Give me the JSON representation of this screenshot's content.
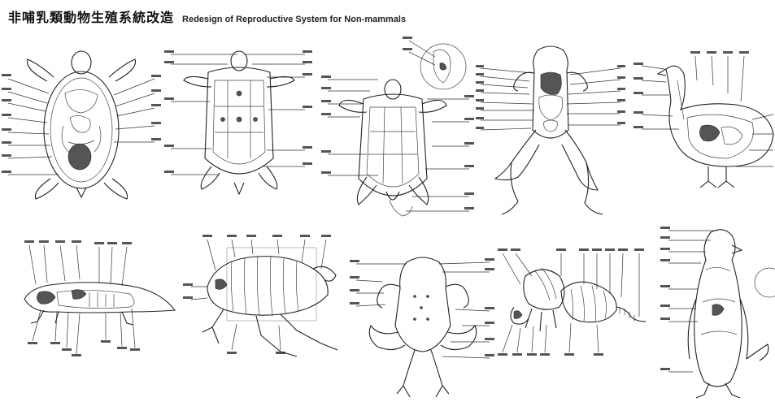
{
  "title": {
    "zh": "非哺乳類動物生殖系統改造",
    "en": "Redesign of Reproductive System for Non-mammals"
  },
  "icons": [
    "turtle-ventral-diagram",
    "turtle-dorsal-diagram",
    "turtle-anatomy-diagram",
    "frog-anatomy-diagram",
    "bird-anatomy-diagram",
    "lizard-anatomy-diagram",
    "flea-anatomy-diagram",
    "toad-ventral-diagram",
    "bee-anatomy-diagram",
    "penguin-anatomy-diagram"
  ],
  "colors": {
    "line": "#222222",
    "background": "#ffffff"
  }
}
